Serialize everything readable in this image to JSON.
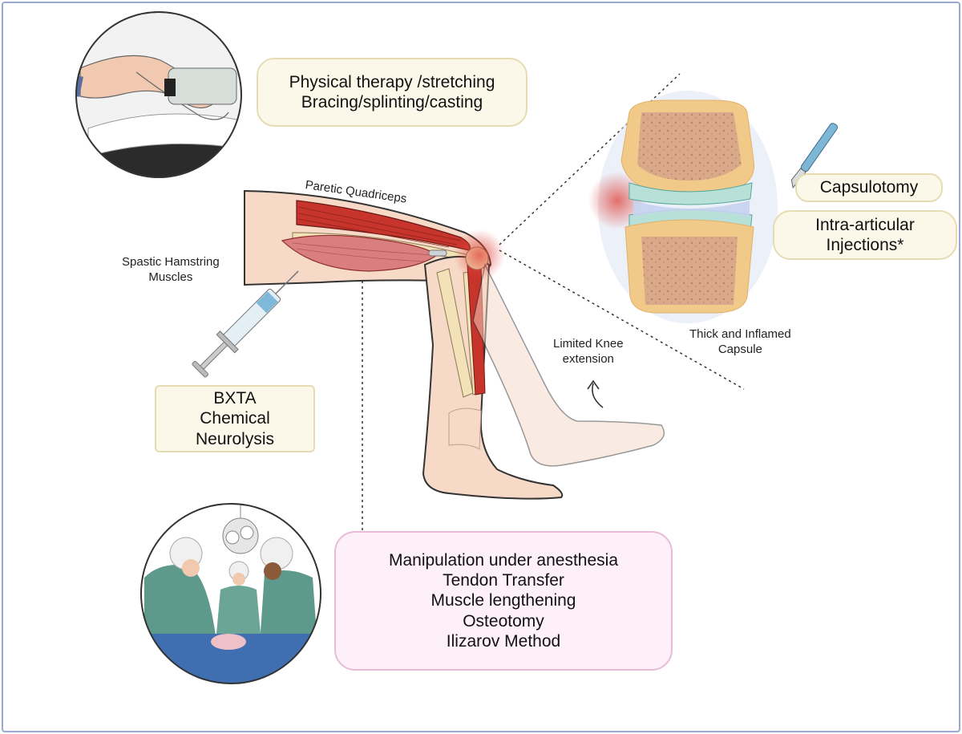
{
  "labels": {
    "paretic_quadriceps": "Paretic Quadriceps",
    "spastic_hamstring_line1": "Spastic Hamstring",
    "spastic_hamstring_line2": "Muscles",
    "limited_knee_line1": "Limited Knee",
    "limited_knee_line2": "extension",
    "thick_capsule_line1": "Thick and Inflamed",
    "thick_capsule_line2": "Capsule"
  },
  "boxes": {
    "conservative": [
      "Physical therapy /stretching",
      "Bracing/splinting/casting"
    ],
    "capsulotomy": [
      "Capsulotomy"
    ],
    "intra_articular": [
      "Intra-articular",
      "Injections*"
    ],
    "chemical": [
      "BXTA",
      "Chemical",
      "Neurolysis"
    ],
    "surgical": [
      "Manipulation under anesthesia",
      "Tendon Transfer",
      "Muscle lengthening",
      "Osteotomy",
      "Ilizarov Method"
    ]
  },
  "colors": {
    "yellow_box_fill": "#fbf8e9",
    "pink_box_fill": "#fdf0f8",
    "muscle_red": "#c7342c",
    "skin": "#f6d9c7",
    "bone": "#f3e2b8",
    "frame_border": "#9aa8d4"
  }
}
